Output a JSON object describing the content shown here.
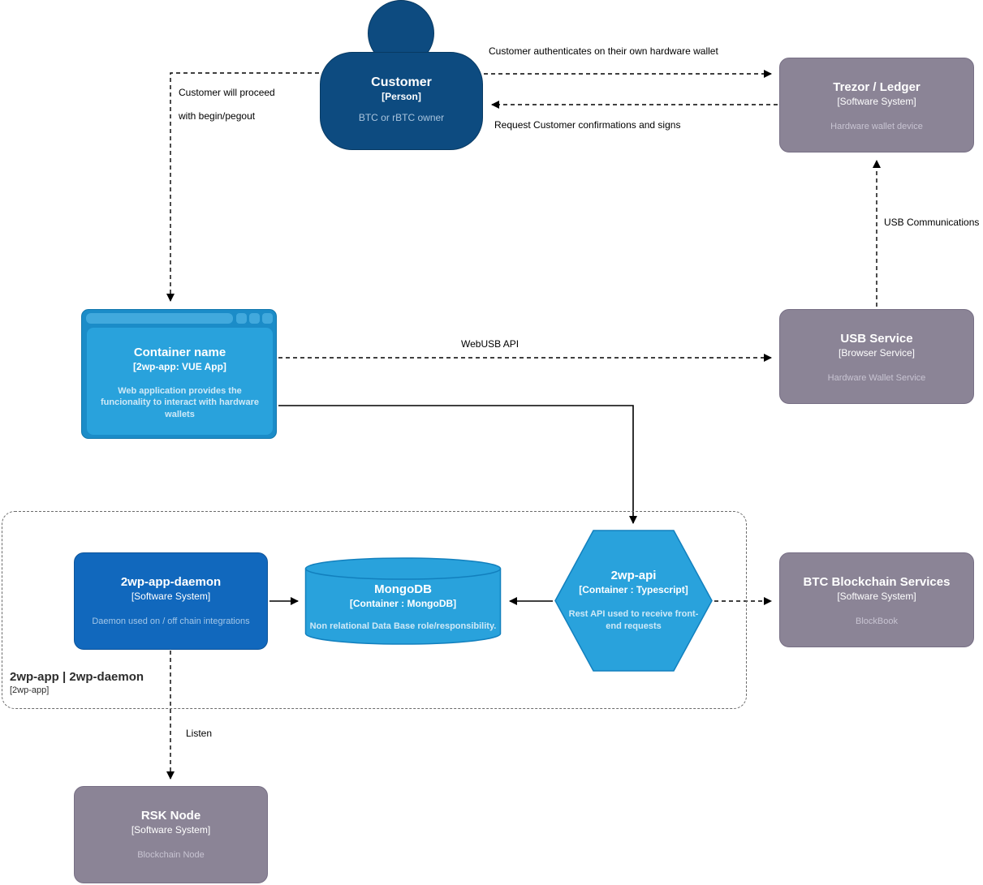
{
  "diagram": {
    "nodes": {
      "customer": {
        "title": "Customer",
        "meta": "[Person]",
        "desc": "BTC or rBTC owner"
      },
      "trezor": {
        "title": "Trezor / Ledger",
        "meta": "[Software System]",
        "desc": "Hardware wallet device"
      },
      "container": {
        "title": "Container name",
        "meta": "[2wp-app: VUE App]",
        "desc": "Web application provides the funcionality to interact with hardware wallets"
      },
      "usb_service": {
        "title": "USB Service",
        "meta": "[Browser Service]",
        "desc": "Hardware Wallet Service"
      },
      "daemon": {
        "title": "2wp-app-daemon",
        "meta": "[Software System]",
        "desc": "Daemon used on / off chain integrations"
      },
      "mongodb": {
        "title": "MongoDB",
        "meta": "[Container : MongoDB]",
        "desc": "Non relational Data Base role/responsibility."
      },
      "api": {
        "title": "2wp-api",
        "meta": "[Container : Typescript]",
        "desc": "Rest API used to receive front-end requests"
      },
      "btc": {
        "title": "BTC Blockchain Services",
        "meta": "[Software System]",
        "desc": "BlockBook"
      },
      "rsk": {
        "title": "RSK Node",
        "meta": "[Software System]",
        "desc": "Blockchain Node"
      }
    },
    "boundary": {
      "title": "2wp-app | 2wp-daemon",
      "meta": "[2wp-app]"
    },
    "edge_labels": {
      "auth": "Customer authenticates on their own hardware wallet",
      "confirm": "Request Customer confirmations and signs",
      "proceed_line1": "Customer will proceed",
      "proceed_line2": "with begin/pegout",
      "usb_comm": "USB Communications",
      "webusb": "WebUSB API",
      "listen": "Listen"
    },
    "colors": {
      "person": "#0d4b80",
      "software_system_blue": "#1168bd",
      "container_cyan": "#29a2dc",
      "external_gray": "#8b8496",
      "edge": "#000000",
      "boundary": "#6b6b6b"
    }
  }
}
